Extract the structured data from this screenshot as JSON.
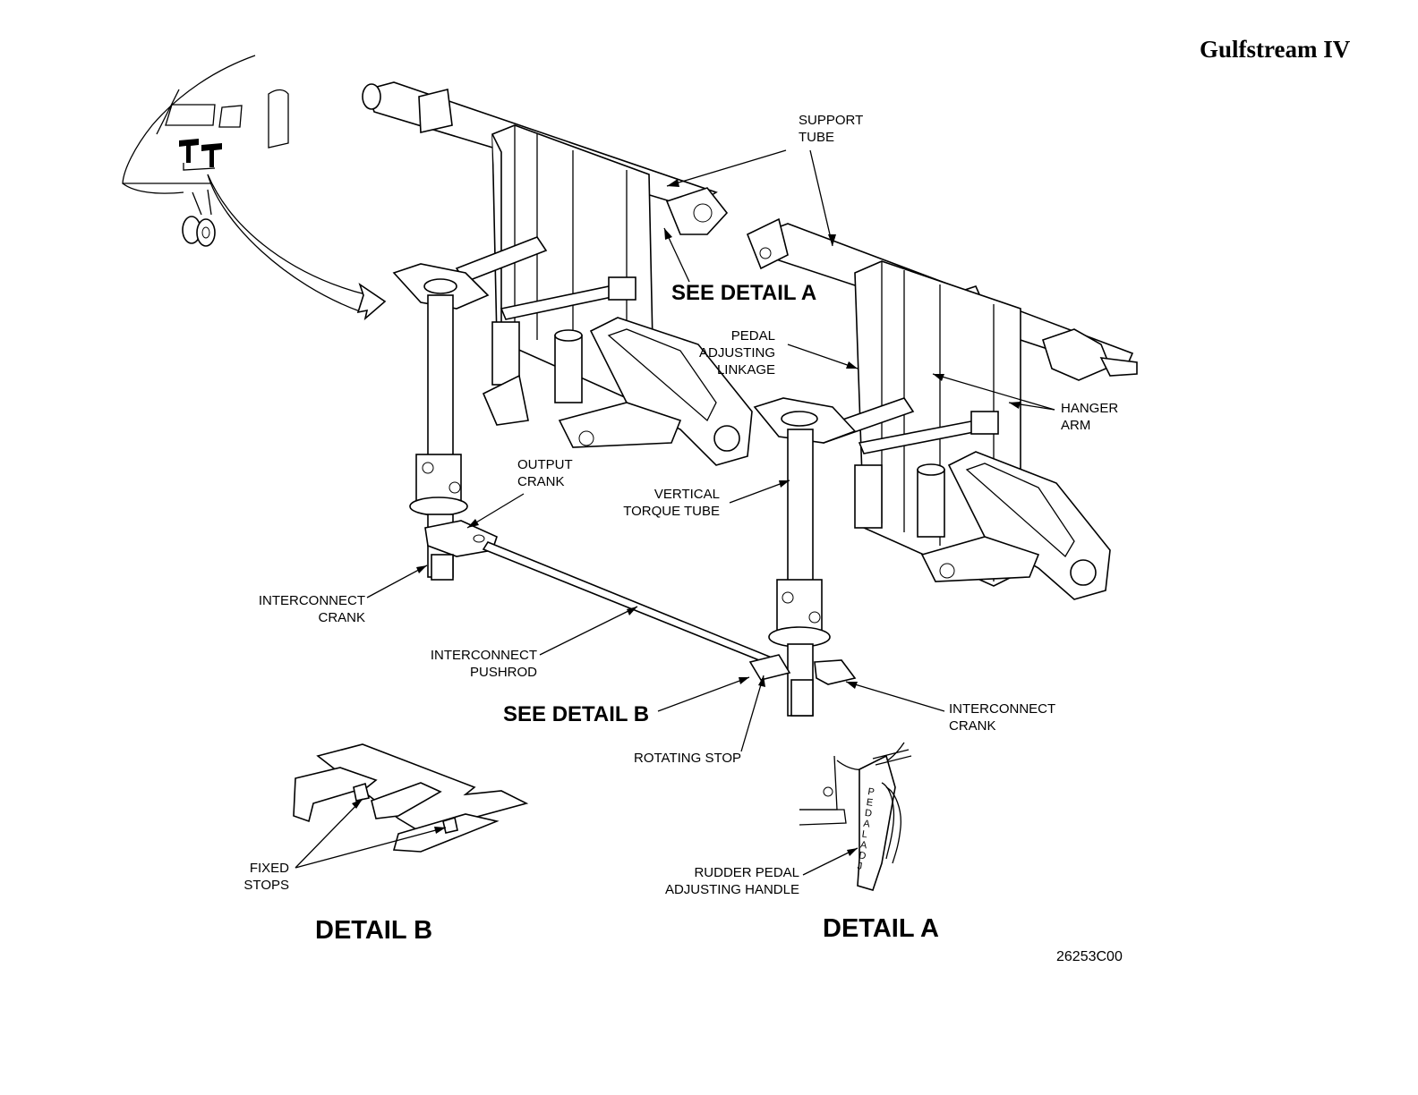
{
  "brand": "Gulfstream IV",
  "figure_code": "26253C00",
  "callouts": {
    "support_tube": [
      "SUPPORT",
      "TUBE"
    ],
    "see_detail_a": "SEE DETAIL A",
    "pedal_adjusting_linkage": [
      "PEDAL",
      "ADJUSTING",
      "LINKAGE"
    ],
    "hanger_arm": [
      "HANGER",
      "ARM"
    ],
    "output_crank": [
      "OUTPUT",
      "CRANK"
    ],
    "vertical_torque_tube": [
      "VERTICAL",
      "TORQUE TUBE"
    ],
    "interconnect_crank_left": [
      "INTERCONNECT",
      "CRANK"
    ],
    "interconnect_pushrod": [
      "INTERCONNECT",
      "PUSHROD"
    ],
    "see_detail_b": "SEE DETAIL B",
    "interconnect_crank_right": [
      "INTERCONNECT",
      "CRANK"
    ],
    "rotating_stop": "ROTATING STOP",
    "fixed_stops": [
      "FIXED",
      "STOPS"
    ],
    "rudder_pedal_adjusting_handle": [
      "RUDDER PEDAL",
      "ADJUSTING HANDLE"
    ],
    "handle_text": "PEDAL ADJ"
  },
  "detail_titles": {
    "detail_b": "DETAIL B",
    "detail_a": "DETAIL A"
  }
}
